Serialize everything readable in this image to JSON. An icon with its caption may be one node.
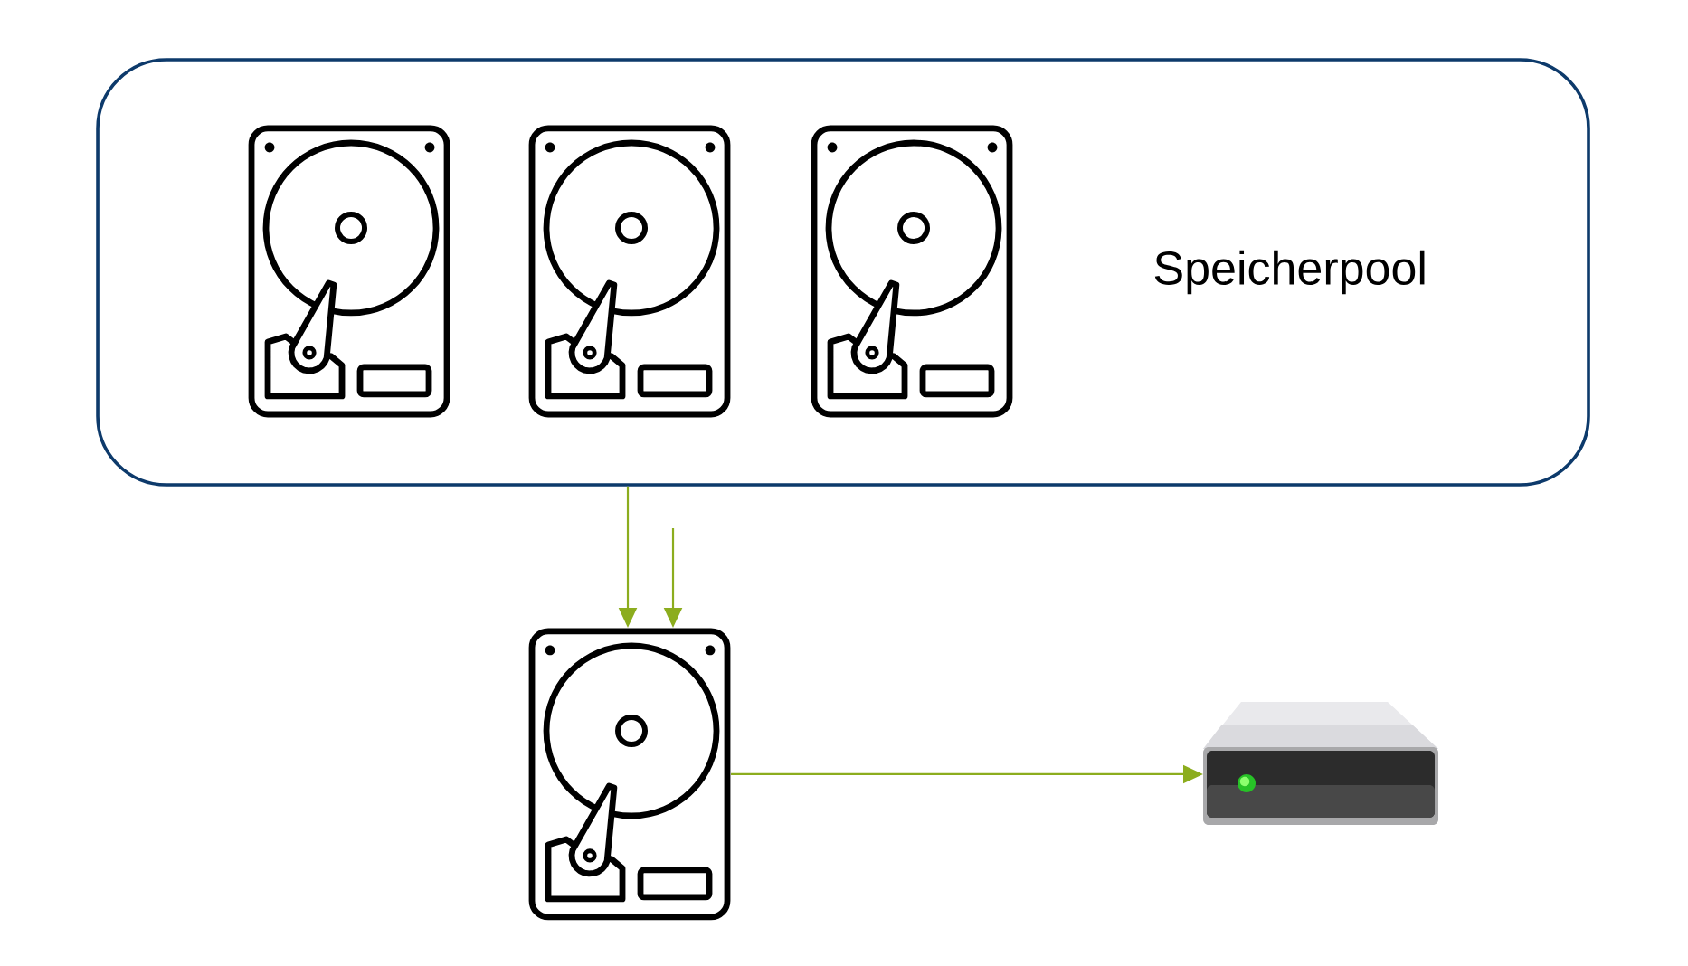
{
  "diagram": {
    "nodes": [
      {
        "text": [
          "Speicherpool"
        ]
      },
      {
        "text": [],
        "shape": "picture",
        "in": 0
      },
      {
        "text": [],
        "shape": "picture",
        "in": 0
      },
      {
        "text": [],
        "shape": "picture",
        "in": 0
      },
      {
        "text": [],
        "shape": "picture"
      },
      {
        "text": [],
        "shape": "picture"
      }
    ],
    "edges": [
      {
        "from": 0,
        "to": 4,
        "arrow": "to"
      },
      {
        "from": null,
        "to": 4,
        "arrow": "to"
      },
      {
        "from": 4,
        "to": 5,
        "arrow": "to"
      }
    ]
  }
}
